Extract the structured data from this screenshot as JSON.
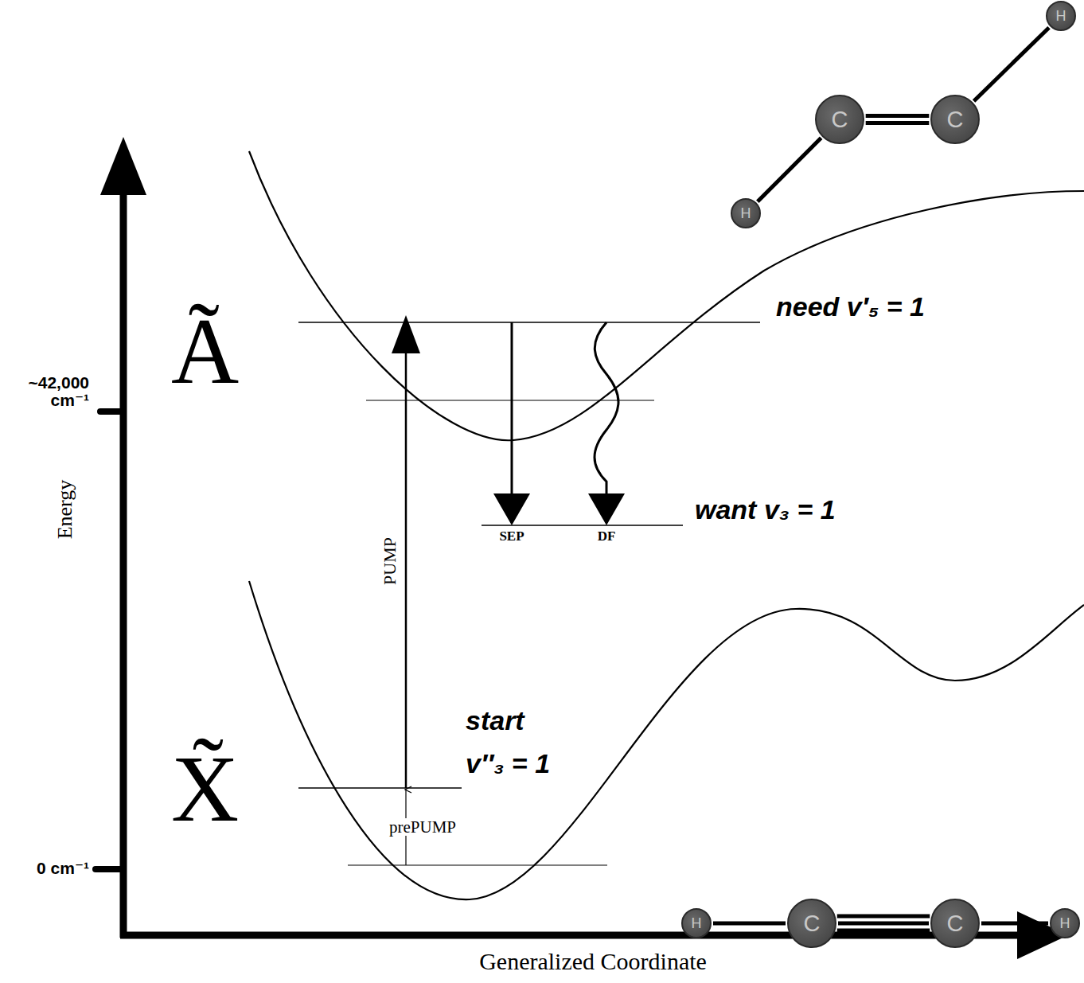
{
  "diagram": {
    "nodes": [
      {
        "text": [
          "H"
        ]
      },
      {
        "text": [
          "C"
        ]
      },
      {
        "text": [
          "C"
        ]
      },
      {
        "text": [
          "H"
        ]
      },
      {
        "text": [
          "H"
        ]
      },
      {
        "text": [
          "C"
        ]
      },
      {
        "text": [
          "C"
        ]
      },
      {
        "text": [
          "H"
        ]
      }
    ],
    "edges": [
      {
        "from": 0,
        "to": 1,
        "arrow": "none"
      },
      {
        "from": 1,
        "to": 2,
        "arrow": "none"
      },
      {
        "from": 2,
        "to": 3,
        "arrow": "none"
      },
      {
        "from": 4,
        "to": 5,
        "arrow": "none"
      },
      {
        "from": 5,
        "to": 6,
        "arrow": "none"
      },
      {
        "from": 6,
        "to": 7,
        "arrow": "none"
      }
    ],
    "labels": [
      "~42,000 cm⁻¹",
      "0 cm⁻¹",
      "Ã",
      "X̃",
      "Energy",
      "Generalized Coordinate",
      "need v′₅ = 1",
      "want v₃ = 1",
      "start",
      "v″₃ = 1",
      "PUMP",
      "prePUMP",
      "SEP",
      "DF"
    ]
  }
}
